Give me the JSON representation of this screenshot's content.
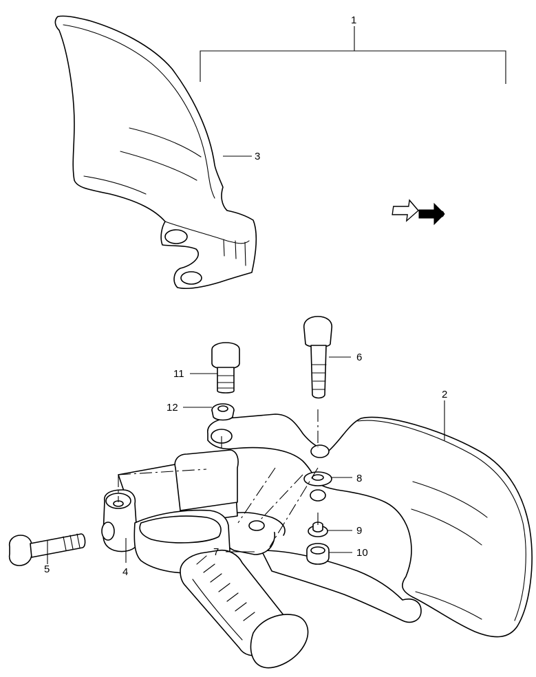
{
  "callouts": {
    "c1": "1",
    "c2": "2",
    "c3": "3",
    "c4": "4",
    "c5": "5",
    "c6": "6",
    "c7": "7",
    "c8": "8",
    "c9": "9",
    "c10": "10",
    "c11": "11",
    "c12": "12"
  },
  "fwd_label": "FWD",
  "colors": {
    "ink": "#000000",
    "paper": "#ffffff"
  }
}
